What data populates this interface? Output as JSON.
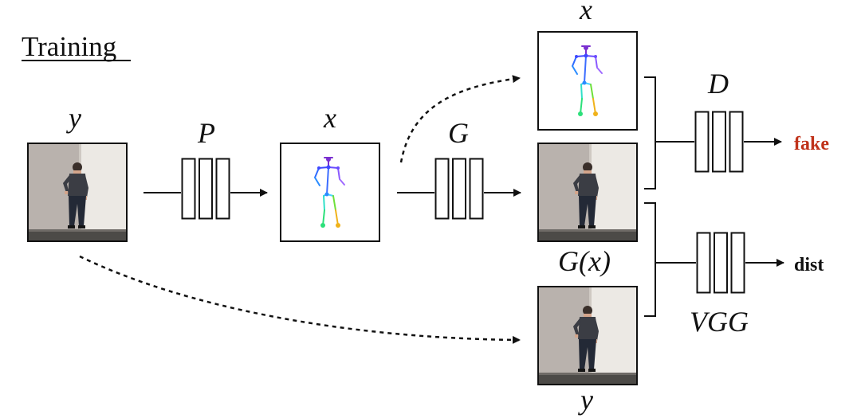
{
  "heading": "Training",
  "labels": {
    "y_input": "y",
    "P": "P",
    "x_mid": "x",
    "G": "G",
    "x_top": "x",
    "D": "D",
    "Gx": "G(x)",
    "VGG": "VGG",
    "y_bottom": "y"
  },
  "outputs": {
    "fake": "fake",
    "dist": "dist"
  },
  "colors": {
    "fake": "#c0321a",
    "dist": "#111111",
    "line": "#111111",
    "wall_left": "#b7b0ab",
    "wall_right": "#ece9e4",
    "floor": "#4a4846"
  },
  "icons": {
    "network_block": "three-stacked-layer-network-icon",
    "photo": "person-standing-photo",
    "pose": "skeleton-pose-stick-figure"
  }
}
